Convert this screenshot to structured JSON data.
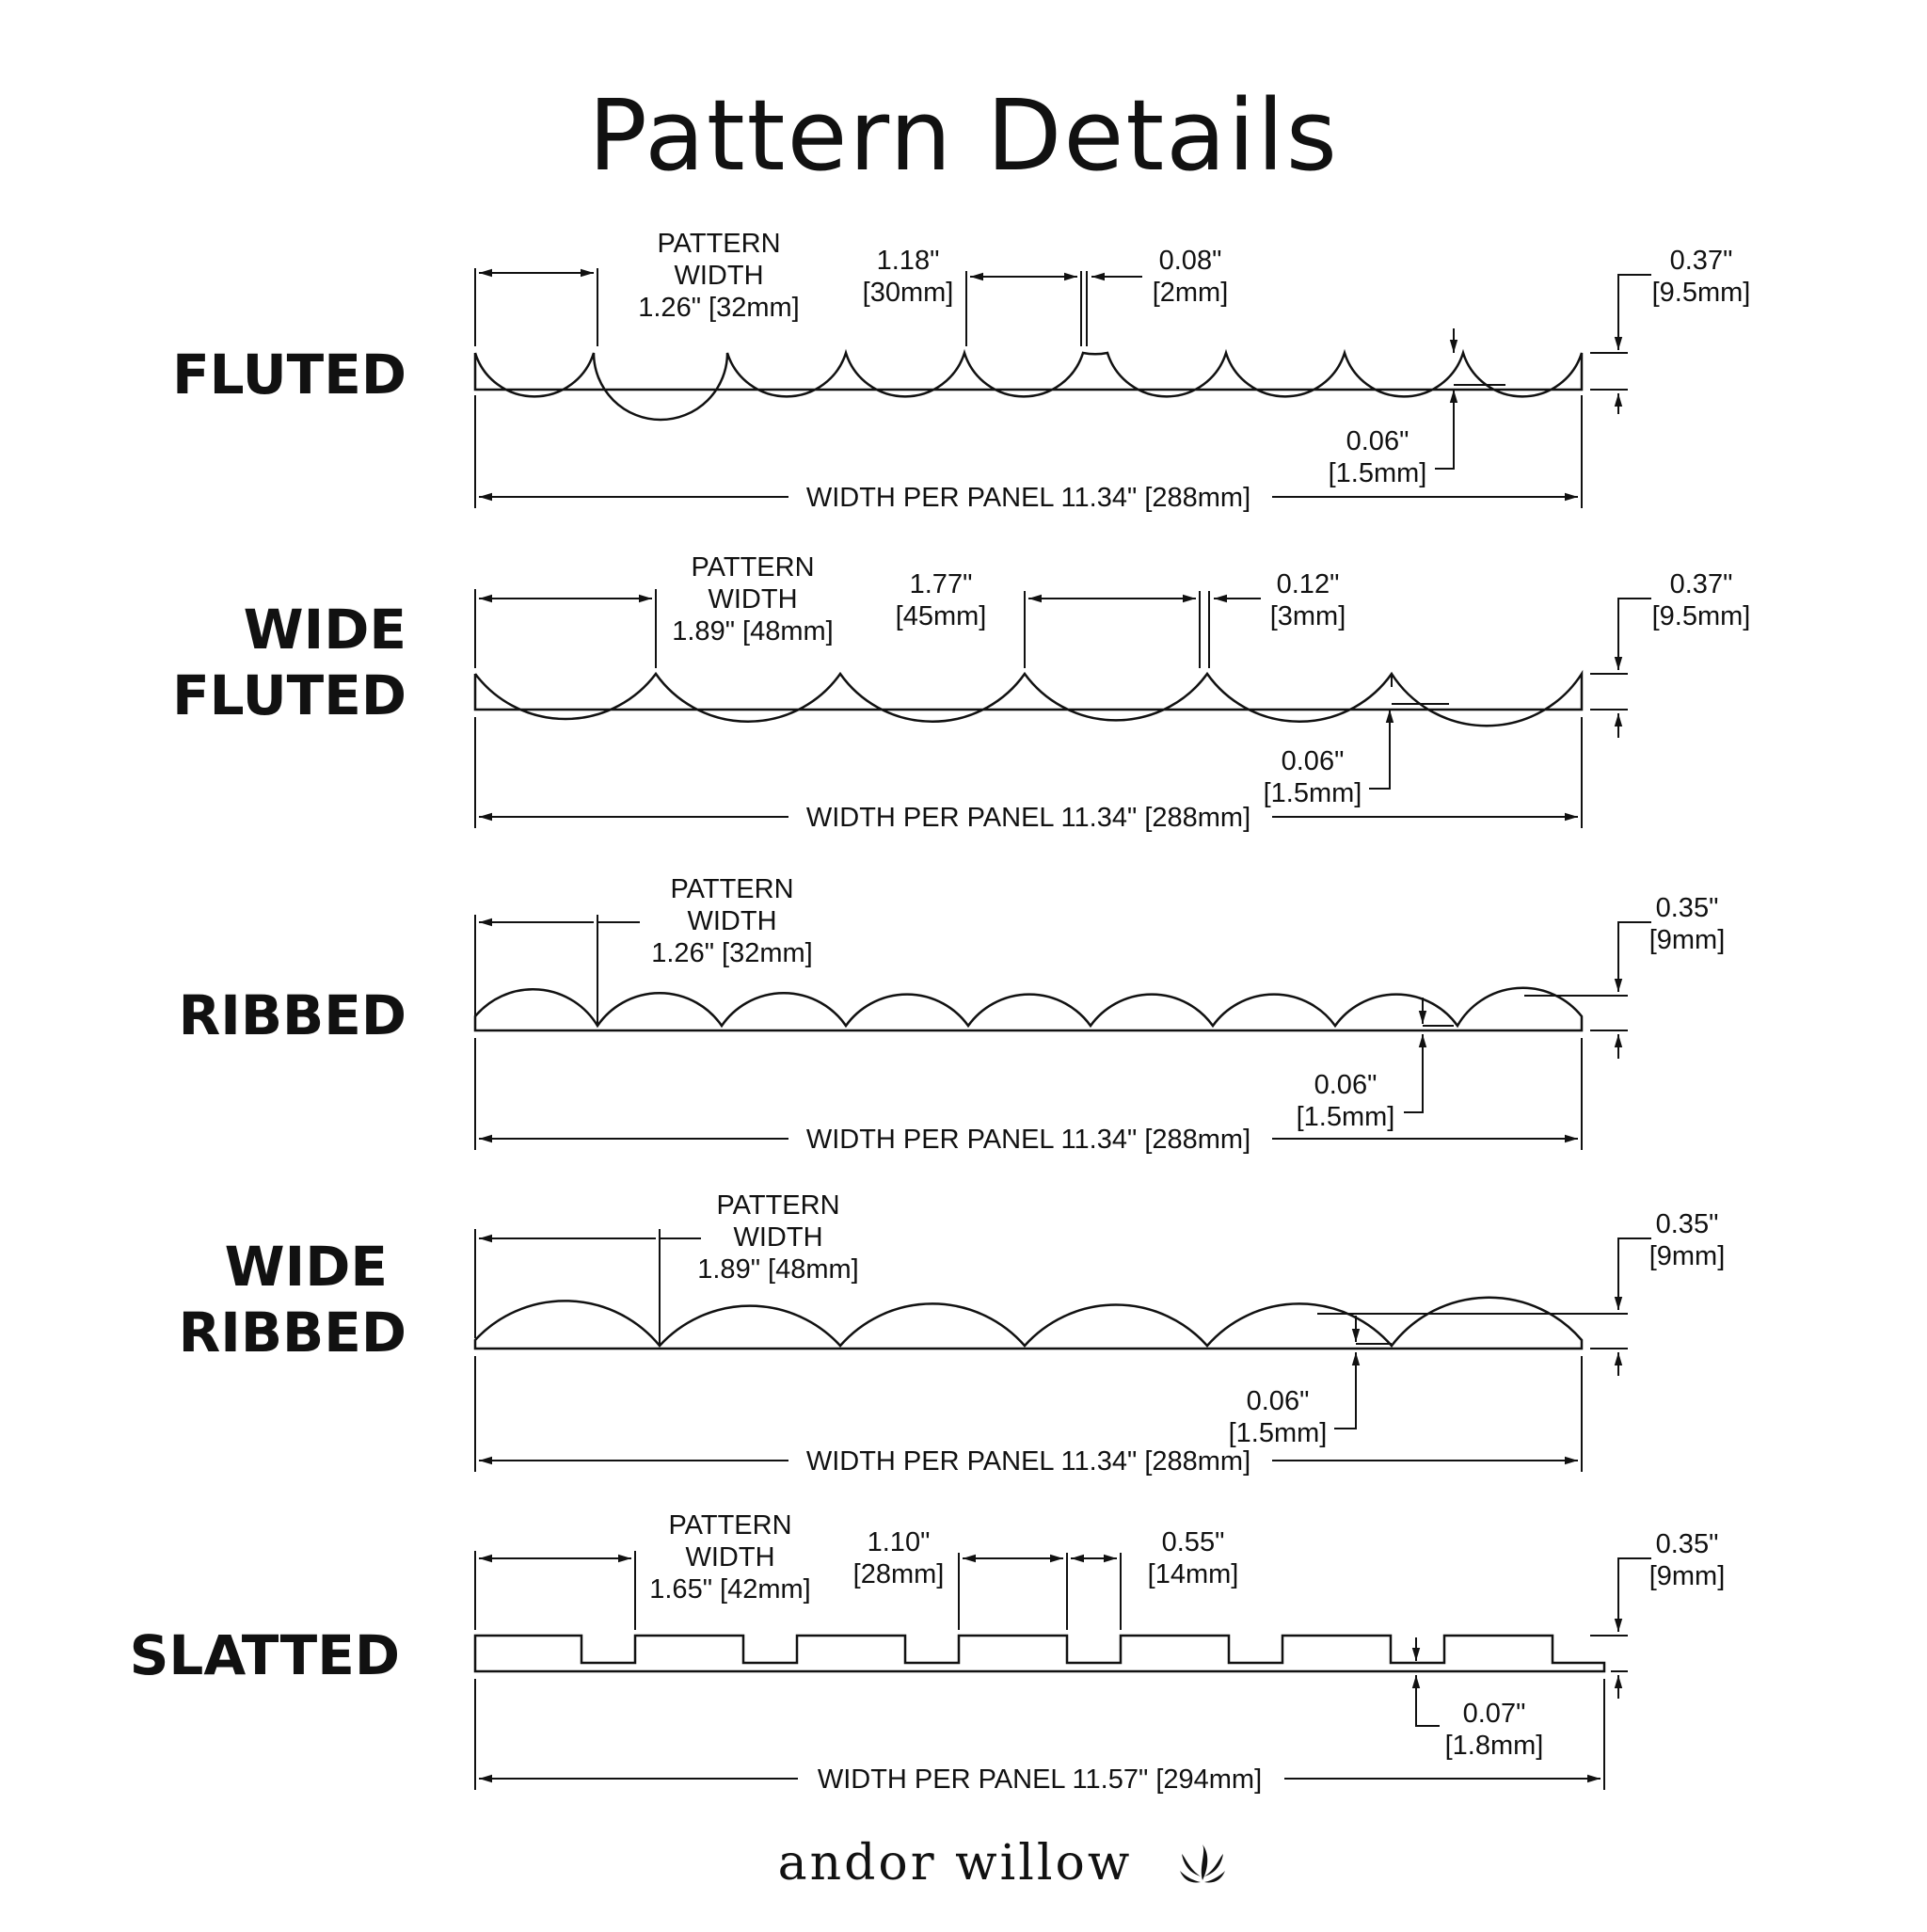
{
  "page": {
    "title": "Pattern Details",
    "brand": "andor willow"
  },
  "patterns": [
    {
      "label_lines": [
        "FLUTED"
      ],
      "pattern_width": [
        "PATTERN",
        "WIDTH",
        "1.26\" [32mm]"
      ],
      "dims_top": [
        [
          "1.18\"",
          "[30mm]"
        ],
        [
          "0.08\"",
          "[2mm]"
        ]
      ],
      "thickness": [
        "0.37\"",
        "[9.5mm]"
      ],
      "depth": [
        "0.06\"",
        "[1.5mm]"
      ],
      "panel_width": "WIDTH PER PANEL 11.34\" [288mm]"
    },
    {
      "label_lines": [
        "WIDE",
        "FLUTED"
      ],
      "pattern_width": [
        "PATTERN",
        "WIDTH",
        "1.89\" [48mm]"
      ],
      "dims_top": [
        [
          "1.77\"",
          "[45mm]"
        ],
        [
          "0.12\"",
          "[3mm]"
        ]
      ],
      "thickness": [
        "0.37\"",
        "[9.5mm]"
      ],
      "depth": [
        "0.06\"",
        "[1.5mm]"
      ],
      "panel_width": "WIDTH PER PANEL 11.34\" [288mm]"
    },
    {
      "label_lines": [
        "RIBBED"
      ],
      "pattern_width": [
        "PATTERN",
        "WIDTH",
        "1.26\" [32mm]"
      ],
      "dims_top": [],
      "thickness": [
        "0.35\"",
        "[9mm]"
      ],
      "depth": [
        "0.06\"",
        "[1.5mm]"
      ],
      "panel_width": "WIDTH PER PANEL 11.34\" [288mm]"
    },
    {
      "label_lines": [
        "WIDE",
        "RIBBED"
      ],
      "pattern_width": [
        "PATTERN",
        "WIDTH",
        "1.89\" [48mm]"
      ],
      "dims_top": [],
      "thickness": [
        "0.35\"",
        "[9mm]"
      ],
      "depth": [
        "0.06\"",
        "[1.5mm]"
      ],
      "panel_width": "WIDTH PER PANEL 11.34\" [288mm]"
    },
    {
      "label_lines": [
        "SLATTED"
      ],
      "pattern_width": [
        "PATTERN",
        "WIDTH",
        "1.65\" [42mm]"
      ],
      "dims_top": [
        [
          "1.10\"",
          "[28mm]"
        ],
        [
          "0.55\"",
          "[14mm]"
        ]
      ],
      "thickness": [
        "0.35\"",
        "[9mm]"
      ],
      "depth": [
        "0.07\"",
        "[1.8mm]"
      ],
      "panel_width": "WIDTH PER PANEL 11.57\" [294mm]"
    }
  ]
}
